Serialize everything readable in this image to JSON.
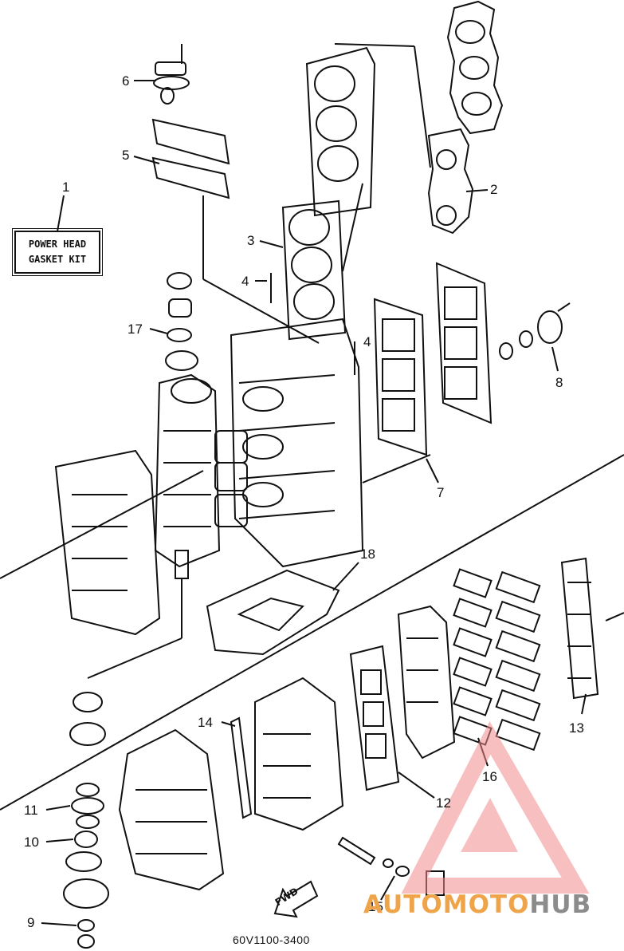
{
  "diagram": {
    "part_code": "60V1100-3400",
    "kit_label_line1": "POWER HEAD",
    "kit_label_line2": "GASKET KIT",
    "fwd_label": "FWD",
    "callouts": [
      "1",
      "2",
      "3",
      "4",
      "4",
      "5",
      "6",
      "7",
      "8",
      "9",
      "10",
      "11",
      "12",
      "13",
      "14",
      "15",
      "16",
      "17",
      "18"
    ]
  },
  "watermark": {
    "part1": "AUTO",
    "part2": "MOTO",
    "part3": "HUB",
    "colors": {
      "orange": "#f0a44a",
      "gray": "#8c8c8c",
      "red": "#f28b8b"
    }
  }
}
